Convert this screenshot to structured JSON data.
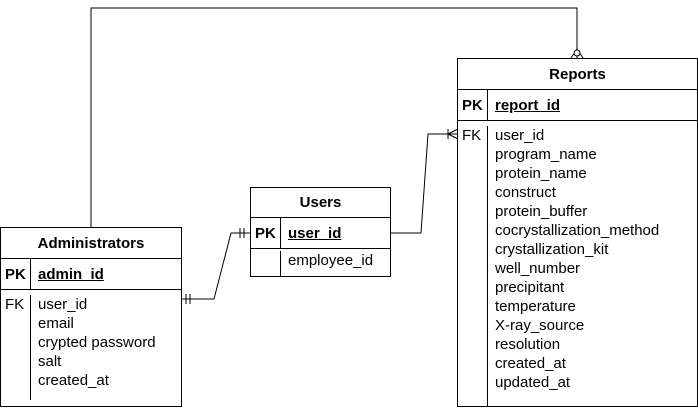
{
  "diagram": {
    "entities": {
      "administrators": {
        "title": "Administrators",
        "pk_label": "PK",
        "pk_field": "admin_id",
        "fk_label": "FK",
        "fields": [
          "user_id",
          "email",
          "crypted password",
          "salt",
          "created_at"
        ]
      },
      "users": {
        "title": "Users",
        "pk_label": "PK",
        "pk_field": "user_id",
        "fields": [
          "employee_id"
        ]
      },
      "reports": {
        "title": "Reports",
        "pk_label": "PK",
        "pk_field": "report_id",
        "fk_label": "FK",
        "fields": [
          "user_id",
          "program_name",
          "protein_name",
          "construct",
          "protein_buffer",
          "cocrystallization_method",
          "crystallization_kit",
          "well_number",
          "precipitant",
          "temperature",
          "X-ray_source",
          "resolution",
          "created_at",
          "updated_at"
        ]
      }
    },
    "relationships": [
      {
        "from": "users",
        "to": "administrators",
        "cardinality": "one-and-only-one to one-and-only-one"
      },
      {
        "from": "users",
        "to": "reports",
        "cardinality": "one to one-or-many"
      },
      {
        "from": "administrators",
        "to": "reports",
        "cardinality": "one to zero-or-many"
      }
    ]
  }
}
